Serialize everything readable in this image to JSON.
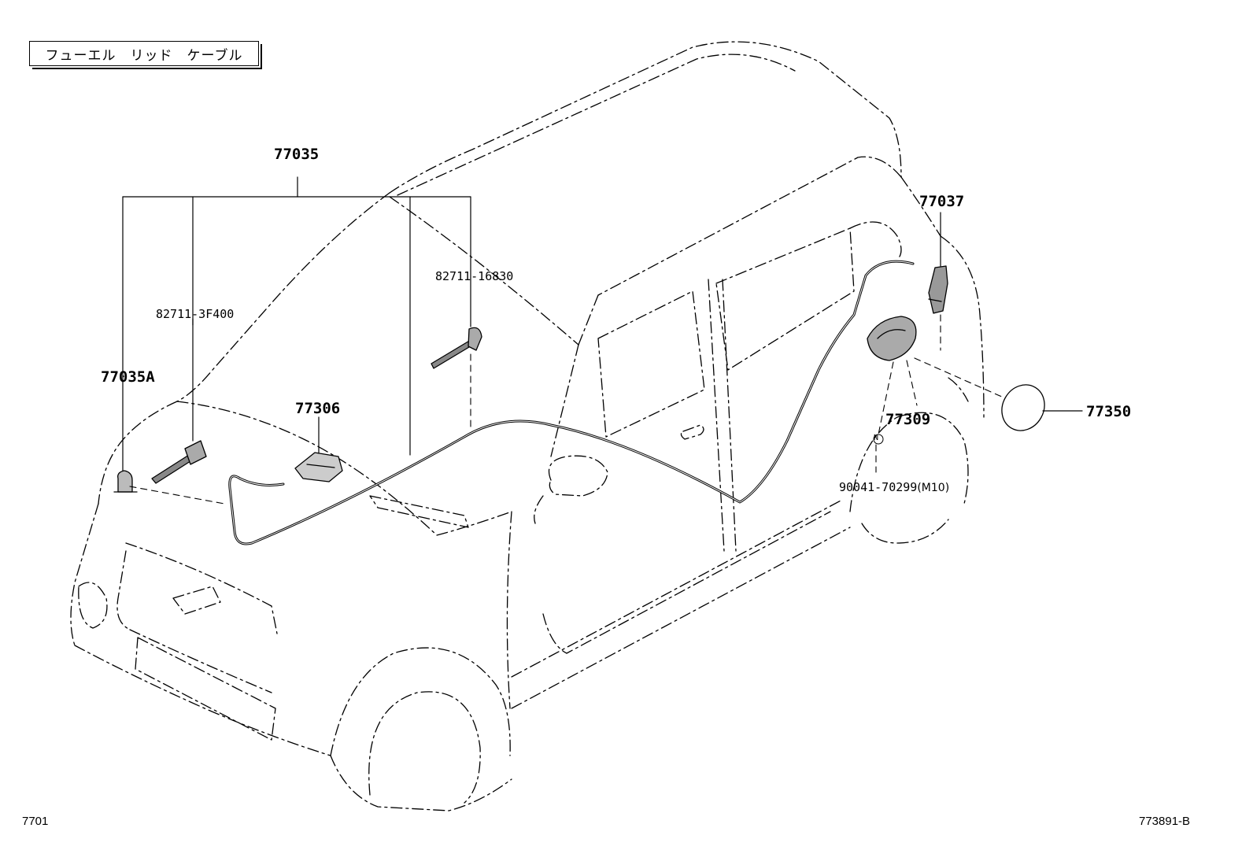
{
  "title": "フューエル　リッド　ケーブル",
  "labels": {
    "p77035": "77035",
    "p77035A": "77035A",
    "p82711_3F400": "82711-3F400",
    "p82711_16830": "82711-16830",
    "p77306": "77306",
    "p77037": "77037",
    "p77309": "77309",
    "p77350": "77350",
    "p90041": "90041-70299",
    "m10": "(M10)",
    "n_mark": "N"
  },
  "footer": {
    "left": "7701",
    "right": "773891-B"
  }
}
